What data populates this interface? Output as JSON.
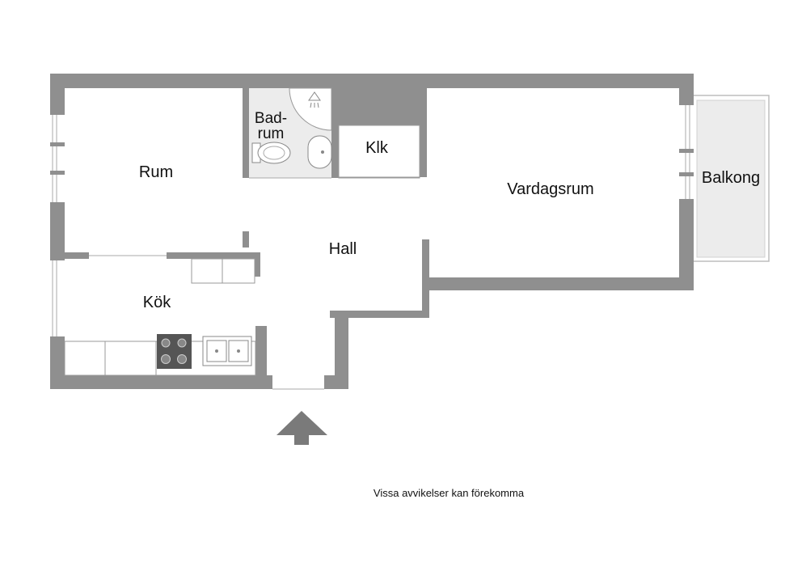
{
  "colors": {
    "wall": "#8f8f8f",
    "bathroom_floor": "#ececec",
    "balcony": "#ececec",
    "fixture": "#ffffff",
    "stove": "#555555"
  },
  "rooms": {
    "rum": "Rum",
    "badrum_line1": "Bad-",
    "badrum_line2": "rum",
    "klk": "Klk",
    "vardagsrum": "Vardagsrum",
    "balkong": "Balkong",
    "hall": "Hall",
    "kok": "Kök"
  },
  "disclaimer": "Vissa avvikelser kan förekomma",
  "icons": [
    "entrance-arrow-icon",
    "toilet-icon",
    "sink-icon",
    "shower-icon",
    "stove-icon",
    "kitchen-sink-icon"
  ]
}
